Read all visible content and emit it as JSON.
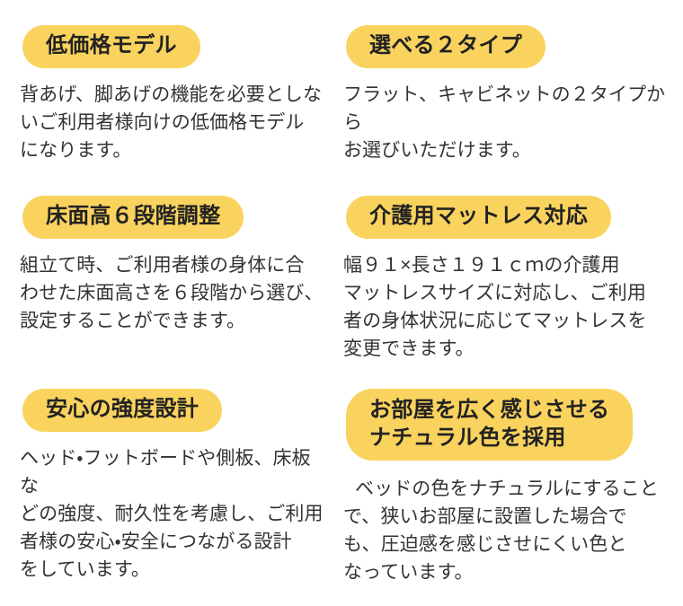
{
  "theme": {
    "page_background": "#ffffff",
    "pill_background": "#f9d35e",
    "pill_text_color": "#222222",
    "body_text_color": "#333333"
  },
  "features": [
    {
      "heading": "低価格モデル",
      "body": "背あげ、脚あげの機能を必要としな\nいご利用者様向けの低価格モデル\nになります。"
    },
    {
      "heading": "選べる２タイプ",
      "body": "フラット、キャビネットの２タイプから\nお選びいただけます。"
    },
    {
      "heading": "床面高６段階調整",
      "body": "組立て時、ご利用者様の身体に合\nわせた床面高さを６段階から選び、\n設定することができます。"
    },
    {
      "heading": "介護用マットレス対応",
      "body": "幅９１×長さ１９１ｃｍの介護用\nマットレスサイズに対応し、ご利用\n者の身体状況に応じてマットレスを\n変更できます。"
    },
    {
      "heading": "安心の強度設計",
      "body": "ヘッド・フットボードや側板、床板な\nどの強度、耐久性を考慮し、ご利用\n者様の安心・安全につながる設計\nをしています。"
    },
    {
      "heading": "お部屋を広く感じさせる\nナチュラル色を採用",
      "body": "ベッドの色をナチュラルにすること\nで、狭いお部屋に設置した場合で\nも、圧迫感を感じさせにくい色と\nなっています。"
    }
  ]
}
